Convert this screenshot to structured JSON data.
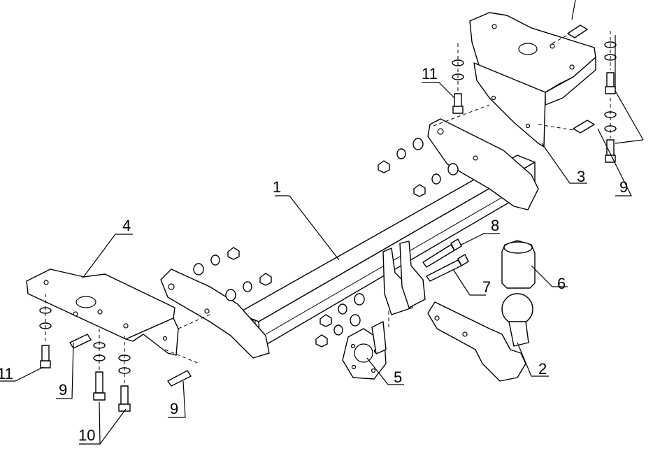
{
  "callouts": {
    "c1": "1",
    "c2": "2",
    "c3": "3",
    "c4": "4",
    "c5": "5",
    "c6": "6",
    "c7": "7",
    "c8": "8",
    "c9a": "9",
    "c9b": "9",
    "c9c": "9",
    "c10": "10",
    "c11a": "11",
    "c11b": "11"
  }
}
